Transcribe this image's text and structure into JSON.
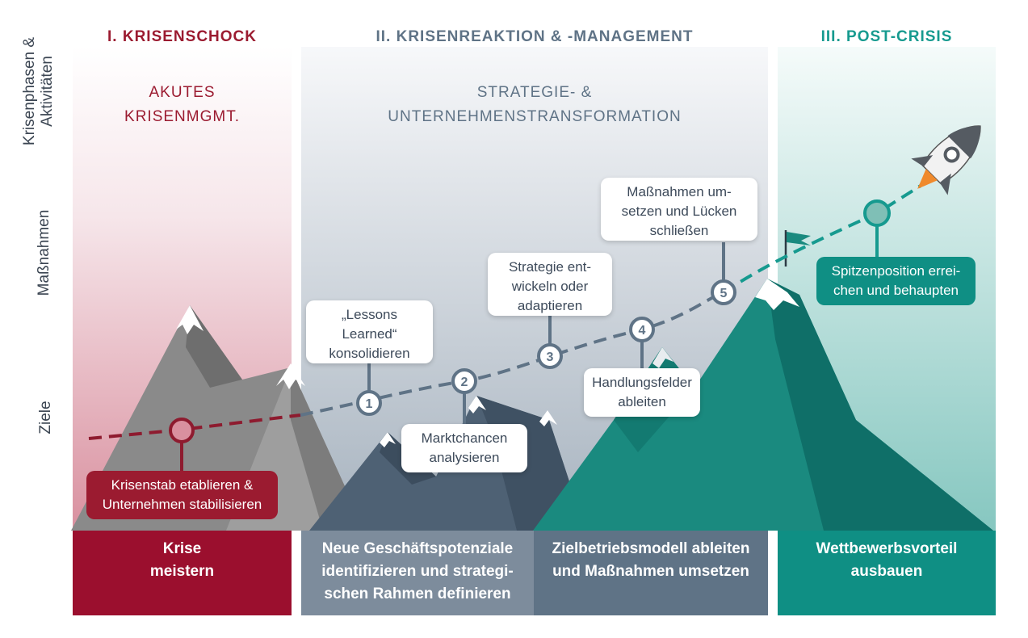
{
  "axis": {
    "top": "Krisenphasen &\nAktivitäten",
    "middle": "Maßnahmen",
    "bottom": "Ziele"
  },
  "phases": [
    {
      "title": "I. KRISENSCHOCK",
      "subtitle": "AKUTES\nKRISENMGMT.",
      "color": "#9b1b30"
    },
    {
      "title": "II. KRISENREAKTION & -MANAGEMENT",
      "subtitle": "STRATEGIE- &\nUNTERNEHMENSTRANSFORMATION",
      "color": "#5f7386"
    },
    {
      "title": "III. POST-CRISIS",
      "subtitle": "",
      "color": "#169a8f"
    }
  ],
  "steps": [
    {
      "number": "1",
      "label": "„Lessons\nLearned“\nkonsolidieren"
    },
    {
      "number": "2",
      "label": "Marktchancen\nanalysieren"
    },
    {
      "number": "3",
      "label": "Strategie ent-\nwickeln oder\nadaptieren"
    },
    {
      "number": "4",
      "label": "Handlungsfelder\nableiten"
    },
    {
      "number": "5",
      "label": "Maßnahmen um-\nsetzen und Lücken\nschließen"
    }
  ],
  "milestones": {
    "crisis": "Krisenstab etablieren &\nUnternehmen stabilisieren",
    "top": "Spitzenposition errei-\nchen und behaupten"
  },
  "goals": [
    {
      "label": "Krise\nmeistern",
      "color": "#9b0f2e"
    },
    {
      "label": "Neue Geschäftspotenziale\nidentifizieren und strategi-\nschen Rahmen definieren",
      "color": "#7d8c9c"
    },
    {
      "label": "Zielbetriebsmodell ableiten\nund Maßnahmen umsetzen",
      "color": "#5f7386"
    },
    {
      "label": "Wettbewerbsvorteil\nausbauen",
      "color": "#0f8f84"
    }
  ],
  "colors": {
    "crimson": "#9b1b30",
    "slate": "#5f7386",
    "teal": "#169a8f",
    "dark_teal": "#0f6f68"
  }
}
